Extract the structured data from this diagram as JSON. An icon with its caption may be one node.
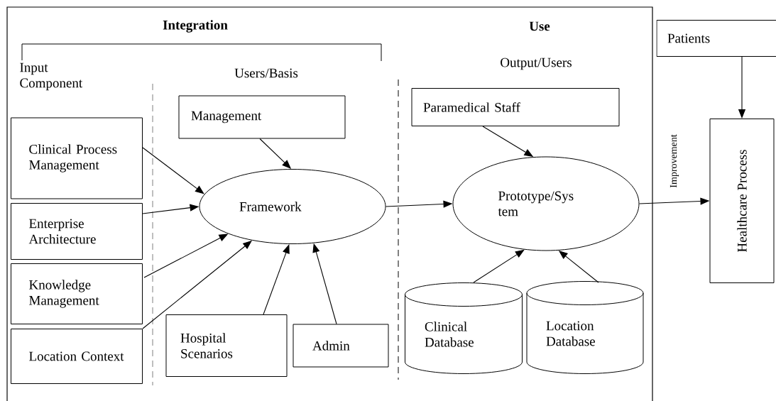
{
  "diagram": {
    "nodes": [
      {
        "text": [
          "Clinical Process Management"
        ]
      },
      {
        "text": [
          "Enterprise Architecture"
        ]
      },
      {
        "text": [
          "Knowledge Management"
        ]
      },
      {
        "text": [
          "Location Context"
        ]
      },
      {
        "text": [
          "Management"
        ]
      },
      {
        "text": [
          "Framework"
        ]
      },
      {
        "text": [
          "Hospital Scenarios"
        ]
      },
      {
        "text": [
          "Admin"
        ]
      },
      {
        "text": [
          "Paramedical Staff"
        ]
      },
      {
        "text": [
          "Prototype/Sys tem"
        ]
      },
      {
        "text": [
          "Clinical Database"
        ]
      },
      {
        "text": [
          "Location Database"
        ]
      },
      {
        "text": [
          "Patients"
        ]
      },
      {
        "text": [
          "Healthcare Process"
        ]
      }
    ],
    "edges": [
      {
        "from": 0,
        "to": 5,
        "arrow": "to"
      },
      {
        "from": 1,
        "to": 5,
        "arrow": "to"
      },
      {
        "from": 2,
        "to": 5,
        "arrow": "to"
      },
      {
        "from": 3,
        "to": 5,
        "arrow": "to"
      },
      {
        "from": 4,
        "to": 5,
        "arrow": "to"
      },
      {
        "from": 6,
        "to": 5,
        "arrow": "to"
      },
      {
        "from": 7,
        "to": 5,
        "arrow": "to"
      },
      {
        "from": 5,
        "to": 9,
        "arrow": "to"
      },
      {
        "from": 8,
        "to": 9,
        "arrow": "to"
      },
      {
        "from": 10,
        "to": 9,
        "arrow": "to"
      },
      {
        "from": 11,
        "to": 9,
        "arrow": "to"
      },
      {
        "from": 9,
        "to": 13,
        "arrow": "to",
        "label": "Improvement"
      },
      {
        "from": 12,
        "to": 13,
        "arrow": "to"
      }
    ],
    "labels": [
      "Integration",
      "Use",
      "Input Component",
      "Users/Basis",
      "Output/Users"
    ]
  }
}
